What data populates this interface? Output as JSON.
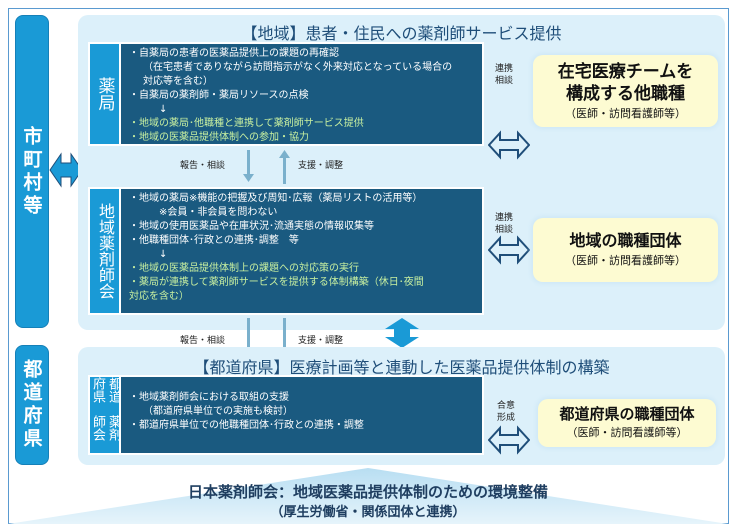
{
  "left": {
    "municipal": "市町村等",
    "prefecture": "都道府県"
  },
  "regional": {
    "title": "【地域】患者・住民への薬剤師サービス提供",
    "pharmacy": {
      "label": "薬局",
      "lines": [
        "・自薬局の患者の医薬品提供上の課題の再確認",
        "（在宅患者でありながら訪問指示がなく外来対応となっている場合の",
        "対応等を含む）",
        "・自薬局の薬剤師・薬局リソースの点検",
        "↓",
        "・地域の薬局･他職種と連携して薬剤師サービス提供",
        "・地域の医薬品提供体制への参加・協力"
      ]
    },
    "report1": "報告・相談",
    "support1": "支援・調整",
    "association": {
      "label": "地域薬剤師会",
      "lines": [
        "・地域の薬局※機能の把握及び周知･広報（薬局リストの活用等）",
        "※会員・非会員を問わない",
        "・地域の使用医薬品や在庫状況･流通実態の情報収集等",
        "・他職種団体･行政との連携･調整　等",
        "↓",
        "・地域の医薬品提供体制上の課題への対応策の実行",
        "・薬局が連携して薬剤師サービスを提供する体制構築（休日･夜間",
        "対応を含む）"
      ]
    },
    "link1": {
      "line1": "連携",
      "line2": "相談"
    },
    "team": {
      "line1": "在宅医療チームを",
      "line2": "構成する他職種",
      "sub": "（医師・訪問看護師等）"
    },
    "link2": {
      "line1": "連携",
      "line2": "相談"
    },
    "local_org": {
      "title": "地域の職種団体",
      "sub": "（医師・訪問看護師等）"
    },
    "report2": "報告・相談",
    "support2": "支援・調整"
  },
  "prefectural": {
    "title": "【都道府県】医療計画等と連動した医薬品提供体制の構築",
    "label1": "都道府県",
    "label2": "薬剤師会",
    "lines": [
      "・地域薬剤師会における取組の支援",
      "（都道府県単位での実施も検討）",
      "・都道府県単位での他職種団体･行政との連携・調整"
    ],
    "link": {
      "line1": "合意",
      "line2": "形成"
    },
    "org": {
      "title": "都道府県の職種団体",
      "sub": "（医師・訪問看護師等）"
    }
  },
  "national": {
    "title": "日本薬剤師会：地域医薬品提供体制のための環境整備",
    "sub": "（厚生労働省・関係団体と連携）"
  }
}
